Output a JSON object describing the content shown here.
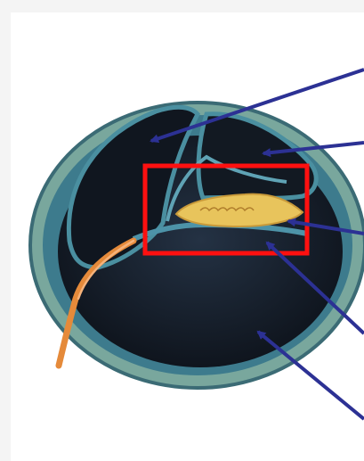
{
  "figure": {
    "subject": "cochlea-cross-section",
    "colors": {
      "outer_rim": "#6fa59a",
      "wall": "#2f6f82",
      "chamber": "#141a24",
      "organ": "#e9c25a",
      "nerve": "#e58a3a",
      "arrow": "#2c3194",
      "highlight": "#ff1010"
    },
    "arrows": [
      {
        "id": "scala-vestibuli-arrow"
      },
      {
        "id": "scala-media-arrow"
      },
      {
        "id": "organ-of-corti-arrow"
      },
      {
        "id": "basilar-membrane-arrow"
      },
      {
        "id": "scala-tympani-arrow"
      }
    ],
    "highlight_box": {
      "id": "organ-region-highlight"
    }
  }
}
